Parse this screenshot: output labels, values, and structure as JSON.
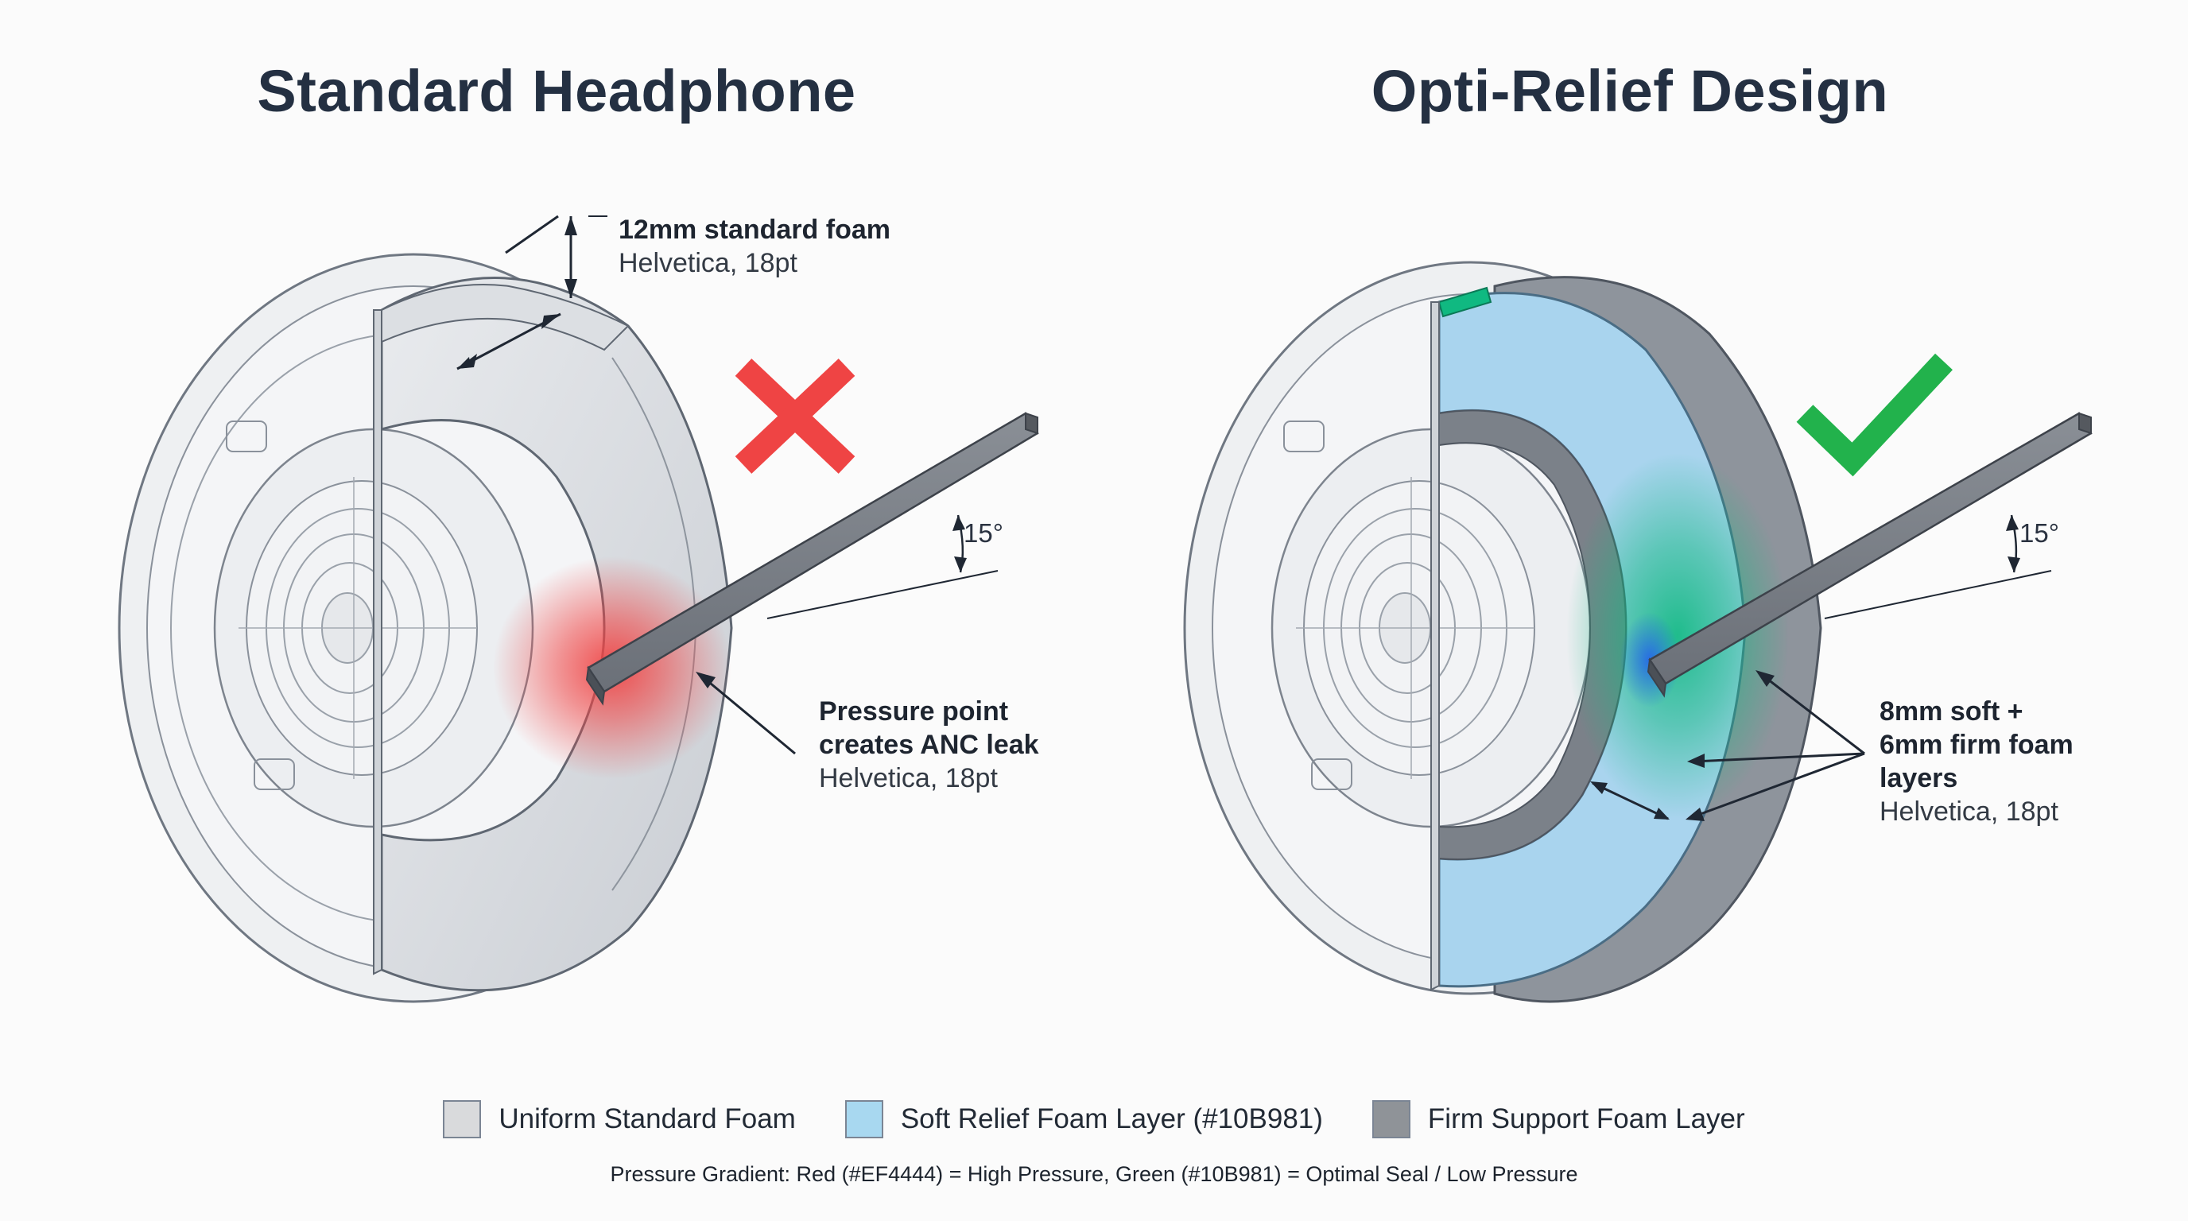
{
  "titles": {
    "left": "Standard Headphone",
    "right": "Opti-Relief Design"
  },
  "left_panel": {
    "thickness_callout": {
      "title": "12mm standard foam",
      "subtitle": "Helvetica, 18pt"
    },
    "angle_label": "15°",
    "pressure_callout": {
      "line1": "Pressure point",
      "line2": "creates ANC leak",
      "subtitle": "Helvetica, 18pt"
    },
    "verdict": "x-mark",
    "foam_color": "#D6D9DE",
    "pressure_color": "#EF4444"
  },
  "right_panel": {
    "angle_label": "15°",
    "layers_callout": {
      "line1": "8mm soft +",
      "line2": "6mm firm foam",
      "line3": "layers",
      "subtitle": "Helvetica, 18pt"
    },
    "verdict": "check-mark",
    "soft_layer_color": "#A9D4EE",
    "firm_layer_color": "#8E949C",
    "seal_color": "#10B981"
  },
  "legend": [
    {
      "label": "Uniform Standard Foam",
      "color": "#D9DADC"
    },
    {
      "label": "Soft Relief Foam Layer (#10B981)",
      "color": "#A8D8F0"
    },
    {
      "label": "Firm Support Foam Layer",
      "color": "#8F9398"
    }
  ],
  "footnote": "Pressure Gradient: Red (#EF4444) = High Pressure, Green (#10B981) = Optimal Seal / Low Pressure"
}
